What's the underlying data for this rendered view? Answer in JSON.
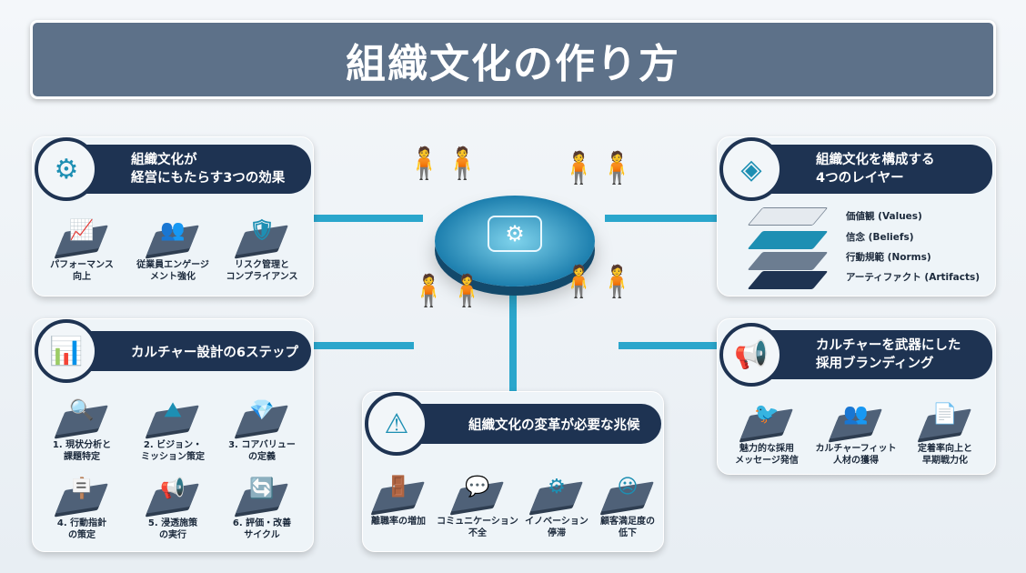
{
  "title": "組織文化の作り方",
  "effects": {
    "title": "組織文化が\n経営にもたらす3つの効果",
    "items": [
      "パフォーマンス\n向上",
      "従業員エンゲージ\nメント強化",
      "リスク管理と\nコンプライアンス"
    ]
  },
  "steps": {
    "title": "カルチャー設計の6ステップ",
    "items": [
      "1. 現状分析と\n課題特定",
      "2. ビジョン・\nミッション策定",
      "3. コアバリュー\nの定義",
      "4. 行動指針\nの策定",
      "5. 浸透施策\nの実行",
      "6. 評価・改善\nサイクル"
    ]
  },
  "layers": {
    "title": "組織文化を構成する\n4つのレイヤー",
    "items": [
      "価値観 (Values)",
      "信念 (Beliefs)",
      "行動規範 (Norms)",
      "アーティファクト (Artifacts)"
    ]
  },
  "branding": {
    "title": "カルチャーを武器にした\n採用ブランディング",
    "items": [
      "魅力的な採用\nメッセージ発信",
      "カルチャーフィット\n人材の獲得",
      "定着率向上と\n早期戦力化"
    ]
  },
  "signs": {
    "title": "組織文化の変革が必要な兆候",
    "items": [
      "離職率の増加",
      "コミュニケーション\n不全",
      "イノベーション\n停滞",
      "顧客満足度の\n低下"
    ]
  },
  "colors": {
    "navy": "#1e3352",
    "accent": "#1d8fb3",
    "title_bg": "#5d7189"
  }
}
